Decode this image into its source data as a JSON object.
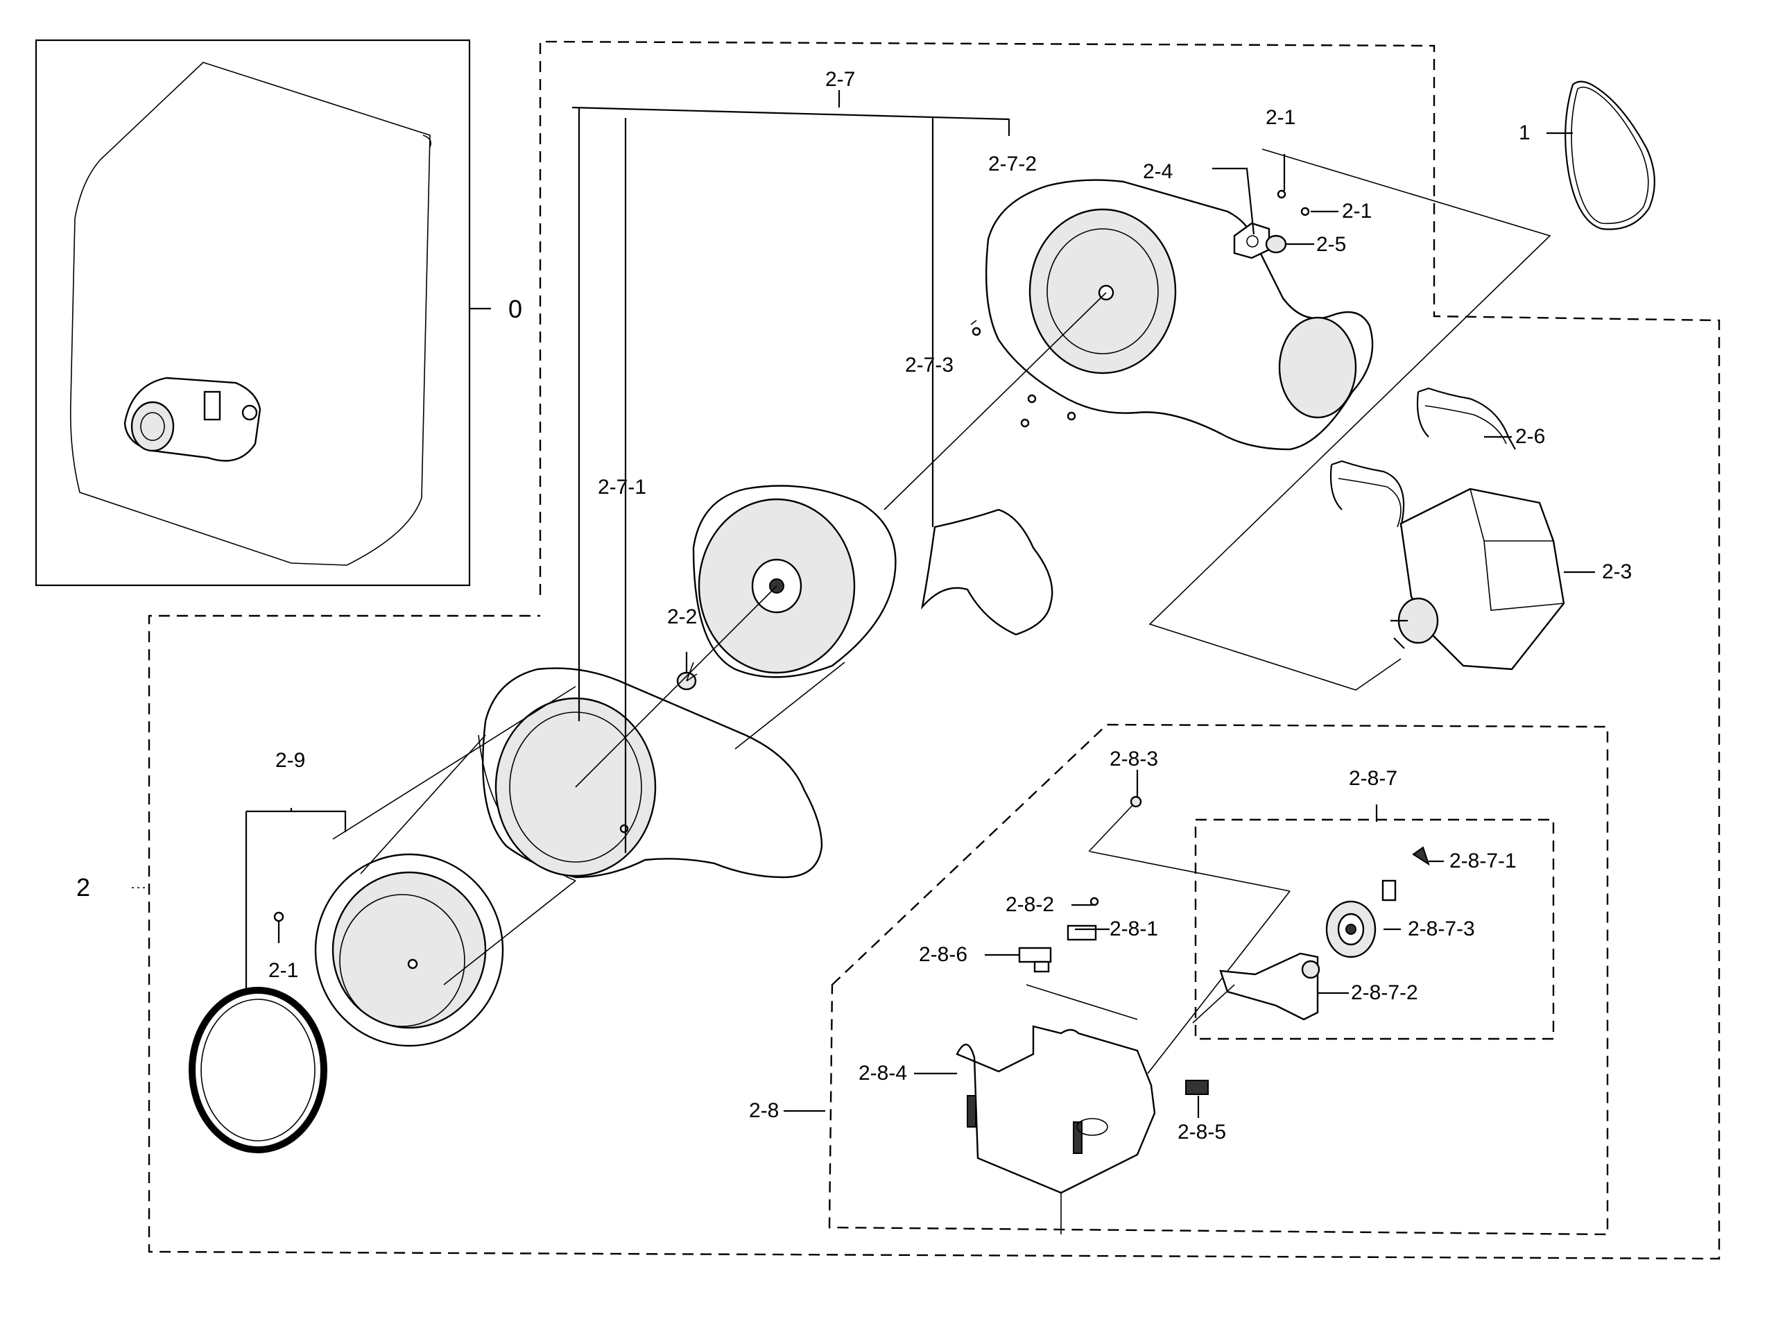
{
  "diagram": {
    "labels": {
      "assembly_0": "0",
      "belt": "1",
      "assembly_2": "2",
      "screw_2_1_a": "2-1",
      "screw_2_1_b": "2-1",
      "screw_2_1_c": "2-1",
      "nut_2_2": "2-2",
      "motor_2_3": "2-3",
      "bracket_2_4": "2-4",
      "part_2_5": "2-5",
      "clamp_2_6": "2-6",
      "housing_2_7": "2-7",
      "part_2_7_1": "2-7-1",
      "part_2_7_2": "2-7-2",
      "part_2_7_3": "2-7-3",
      "idler_2_8": "2-8",
      "switch_2_8_1": "2-8-1",
      "screw_2_8_2": "2-8-2",
      "screw_2_8_3": "2-8-3",
      "bracket_2_8_4": "2-8-4",
      "spring_2_8_5": "2-8-5",
      "part_2_8_6": "2-8-6",
      "pulley_assy_2_8_7": "2-8-7",
      "part_2_8_7_1": "2-8-7-1",
      "arm_2_8_7_2": "2-8-7-2",
      "pulley_2_8_7_3": "2-8-7-3",
      "cover_2_9": "2-9"
    }
  }
}
